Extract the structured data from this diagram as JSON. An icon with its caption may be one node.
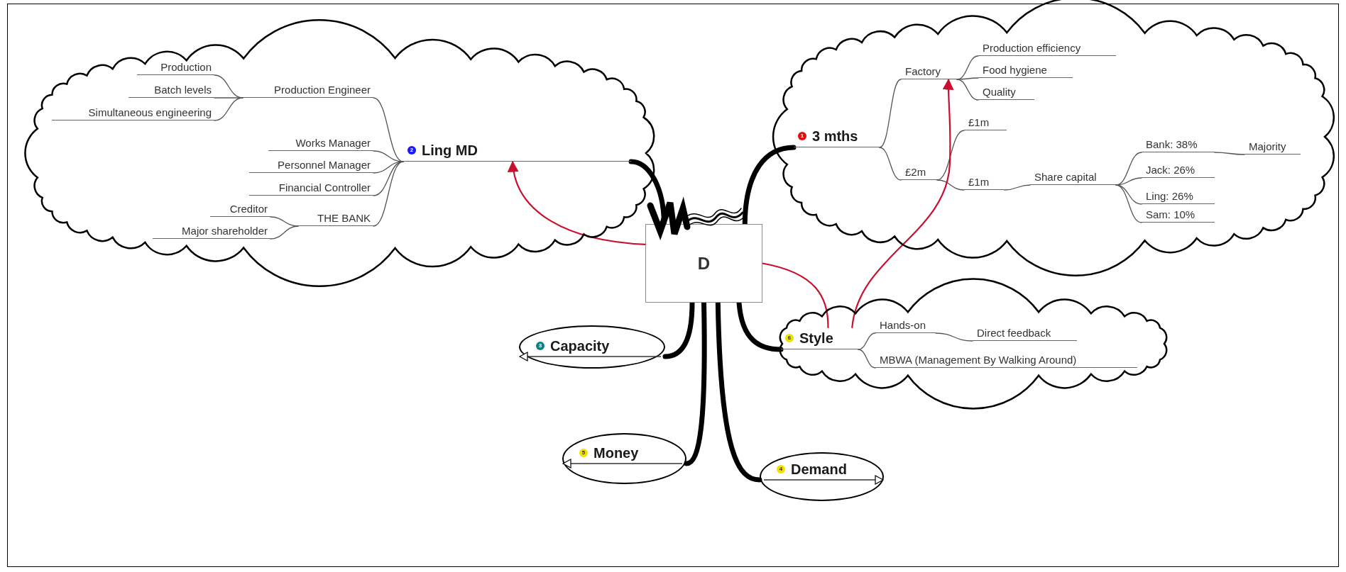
{
  "diagram": {
    "nodes": [
      {
        "text": [
          "D"
        ]
      },
      {
        "text": [],
        "shape": "cloud"
      },
      {
        "text": [
          "2",
          "Ling MD"
        ],
        "in": 1
      },
      {
        "text": [
          "Production Engineer"
        ],
        "in": 1
      },
      {
        "text": [
          "Production"
        ],
        "in": 1
      },
      {
        "text": [
          "Batch levels"
        ],
        "in": 1
      },
      {
        "text": [
          "Simultaneous engineering"
        ],
        "in": 1
      },
      {
        "text": [
          "Works Manager"
        ],
        "in": 1
      },
      {
        "text": [
          "Personnel Manager"
        ],
        "in": 1
      },
      {
        "text": [
          "Financial Controller"
        ],
        "in": 1
      },
      {
        "text": [
          "THE BANK"
        ],
        "in": 1
      },
      {
        "text": [
          "Creditor"
        ],
        "in": 1
      },
      {
        "text": [
          "Major shareholder"
        ],
        "in": 1
      },
      {
        "text": [],
        "shape": "cloud"
      },
      {
        "text": [
          "1",
          "3 mths"
        ],
        "in": 13
      },
      {
        "text": [
          "Factory"
        ],
        "in": 13
      },
      {
        "text": [
          "Production efficiency"
        ],
        "in": 13
      },
      {
        "text": [
          "Food hygiene"
        ],
        "in": 13
      },
      {
        "text": [
          "Quality"
        ],
        "in": 13
      },
      {
        "text": [
          "£2m"
        ],
        "in": 13
      },
      {
        "text": [
          "£1m"
        ],
        "in": 13
      },
      {
        "text": [
          "£1m"
        ],
        "in": 13
      },
      {
        "text": [
          "Share capital"
        ],
        "in": 13
      },
      {
        "text": [
          "Bank: 38%"
        ],
        "in": 13
      },
      {
        "text": [
          "Majority"
        ],
        "in": 13
      },
      {
        "text": [
          "Jack: 26%"
        ],
        "in": 13
      },
      {
        "text": [
          "Ling: 26%"
        ],
        "in": 13
      },
      {
        "text": [
          "Sam: 10%"
        ],
        "in": 13
      },
      {
        "text": [
          "3",
          "Capacity"
        ]
      },
      {
        "text": [],
        "shape": "cloud"
      },
      {
        "text": [
          "6",
          "Style"
        ],
        "in": 29
      },
      {
        "text": [
          "Hands-on"
        ],
        "in": 29
      },
      {
        "text": [
          "Direct feedback"
        ],
        "in": 29
      },
      {
        "text": [
          "MBWA (Management By Walking Around)"
        ],
        "in": 29
      },
      {
        "text": [
          "5",
          "Money"
        ]
      },
      {
        "text": [
          "4",
          "Demand"
        ]
      }
    ],
    "edges": [
      {
        "from": 0,
        "to": 2,
        "arrow": "none",
        "style": "thick"
      },
      {
        "from": 0,
        "to": 14,
        "arrow": "none",
        "style": "thick"
      },
      {
        "from": 0,
        "to": 28,
        "arrow": "none",
        "style": "thick"
      },
      {
        "from": 0,
        "to": 30,
        "arrow": "none",
        "style": "thick"
      },
      {
        "from": 0,
        "to": 34,
        "arrow": "none",
        "style": "thick"
      },
      {
        "from": 0,
        "to": 35,
        "arrow": "none",
        "style": "thick"
      },
      {
        "from": 2,
        "to": 3,
        "arrow": "none"
      },
      {
        "from": 2,
        "to": 7,
        "arrow": "none"
      },
      {
        "from": 2,
        "to": 8,
        "arrow": "none"
      },
      {
        "from": 2,
        "to": 9,
        "arrow": "none"
      },
      {
        "from": 2,
        "to": 10,
        "arrow": "none"
      },
      {
        "from": 3,
        "to": 4,
        "arrow": "none"
      },
      {
        "from": 3,
        "to": 5,
        "arrow": "none"
      },
      {
        "from": 3,
        "to": 6,
        "arrow": "none"
      },
      {
        "from": 10,
        "to": 11,
        "arrow": "none"
      },
      {
        "from": 10,
        "to": 12,
        "arrow": "none"
      },
      {
        "from": 14,
        "to": 15,
        "arrow": "none"
      },
      {
        "from": 14,
        "to": 19,
        "arrow": "none"
      },
      {
        "from": 15,
        "to": 16,
        "arrow": "none"
      },
      {
        "from": 15,
        "to": 17,
        "arrow": "none"
      },
      {
        "from": 15,
        "to": 18,
        "arrow": "none"
      },
      {
        "from": 19,
        "to": 20,
        "arrow": "none"
      },
      {
        "from": 19,
        "to": 21,
        "arrow": "none"
      },
      {
        "from": 21,
        "to": 22,
        "arrow": "none"
      },
      {
        "from": 22,
        "to": 23,
        "arrow": "none"
      },
      {
        "from": 22,
        "to": 25,
        "arrow": "none"
      },
      {
        "from": 22,
        "to": 26,
        "arrow": "none"
      },
      {
        "from": 22,
        "to": 27,
        "arrow": "none"
      },
      {
        "from": 23,
        "to": 24,
        "arrow": "none"
      },
      {
        "from": 30,
        "to": 31,
        "arrow": "none"
      },
      {
        "from": 30,
        "to": 33,
        "arrow": "none"
      },
      {
        "from": 31,
        "to": 32,
        "arrow": "none"
      },
      {
        "from": 0,
        "to": 2,
        "arrow": "to",
        "color": "#c8102e"
      },
      {
        "from": 0,
        "to": 30,
        "arrow": "none",
        "color": "#c8102e"
      },
      {
        "from": 30,
        "to": 15,
        "arrow": "to",
        "color": "#c8102e"
      }
    ]
  }
}
